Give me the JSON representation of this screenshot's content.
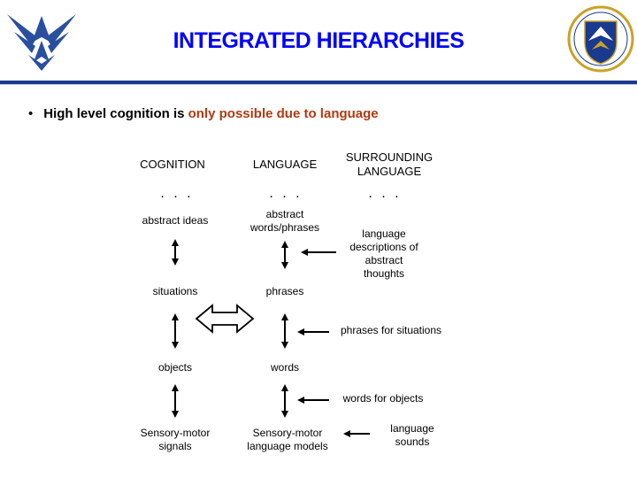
{
  "header": {
    "title": "INTEGRATED HIERARCHIES",
    "left_logo_icon": "air-force-wings-logo",
    "right_logo_icon": "afrl-shield-emblem"
  },
  "bullet": {
    "marker": "•",
    "text_plain": "High level cognition is",
    "text_highlight": "only possible due to language",
    "highlight_color": "#b03a10"
  },
  "columns": {
    "cognition": "COGNITION",
    "language": "LANGUAGE",
    "surrounding_language": "SURROUNDING LANGUAGE"
  },
  "ellipsis": ". . .",
  "cognition_levels": {
    "abstract": "abstract ideas",
    "situations": "situations",
    "objects": "objects",
    "sensory": "Sensory-motor signals"
  },
  "language_levels": {
    "abstract": "abstract words/phrases",
    "phrases": "phrases",
    "words": "words",
    "sensory": "Sensory-motor language models"
  },
  "surrounding_levels": {
    "abstract": "language descriptions of abstract thoughts",
    "situations": "phrases for situations",
    "objects": "words for objects",
    "sounds": "language sounds"
  }
}
